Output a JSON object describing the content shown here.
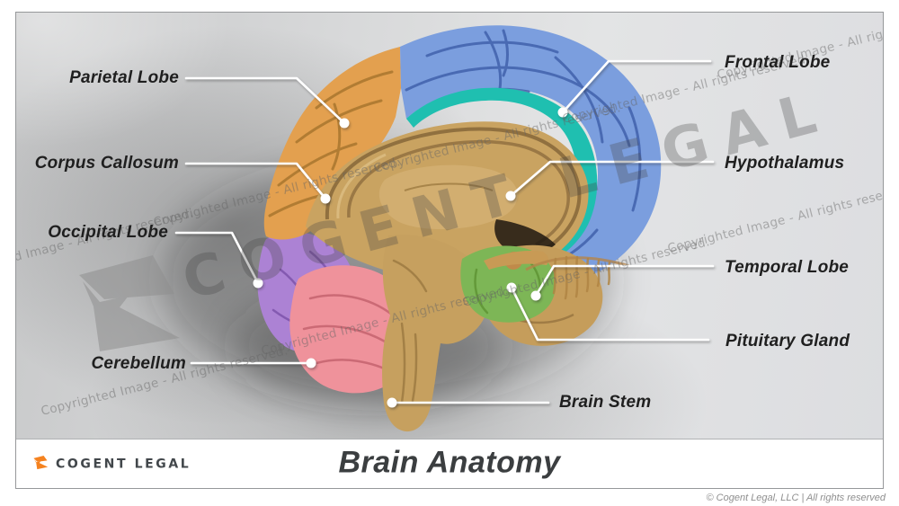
{
  "watermark": {
    "big_text": "COGENT LEGAL",
    "tile_text": "Copyrighted Image - All rights reserved."
  },
  "footer": {
    "brand_name": "COGENT LEGAL",
    "title": "Brain Anatomy",
    "copyright": "© Cogent Legal, LLC | All rights reserved"
  },
  "diagram": {
    "labels": {
      "parietal_lobe": {
        "text": "Parietal Lobe"
      },
      "corpus_callosum": {
        "text": "Corpus Callosum"
      },
      "occipital_lobe": {
        "text": "Occipital Lobe"
      },
      "cerebellum": {
        "text": "Cerebellum"
      },
      "frontal_lobe": {
        "text": "Frontal Lobe"
      },
      "hypothalamus": {
        "text": "Hypothalamus"
      },
      "temporal_lobe": {
        "text": "Temporal Lobe"
      },
      "pituitary_gland": {
        "text": "Pituitary Gland"
      },
      "brain_stem": {
        "text": "Brain Stem"
      }
    },
    "colors": {
      "frontal_lobe": "#7B9EDE",
      "parietal_lobe": "#E3A04F",
      "occipital_lobe": "#AC82D4",
      "cerebellum": "#EF929B",
      "temporal_lobe": "#C59D5B",
      "brain_stem": "#C6A05F",
      "cingulate_band": "#1FBFB0",
      "inner_structures": "#C9A361",
      "thalamus": "#D2AE70",
      "hypothalamus_region": "#7DB656"
    }
  },
  "brand": {
    "accent": "#F5821F",
    "watermark_gray": "#8F8F8F"
  }
}
